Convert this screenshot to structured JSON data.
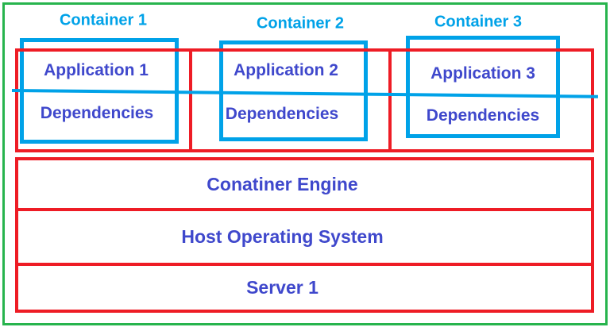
{
  "diagram": {
    "containers": [
      {
        "label": "Container 1",
        "application": "Application 1",
        "dependencies": "Dependencies"
      },
      {
        "label": "Container 2",
        "application": "Application 2",
        "dependencies": "Dependencies"
      },
      {
        "label": "Container 3",
        "application": "Application 3",
        "dependencies": "Dependencies"
      }
    ],
    "layers": [
      {
        "label": "Conatiner Engine"
      },
      {
        "label": "Host Operating System"
      },
      {
        "label": "Server 1"
      }
    ],
    "colors": {
      "frame_green": "#27b44d",
      "structure_red": "#ee1c25",
      "container_cyan": "#00a2e8",
      "text_indigo": "#3f48cc"
    }
  }
}
